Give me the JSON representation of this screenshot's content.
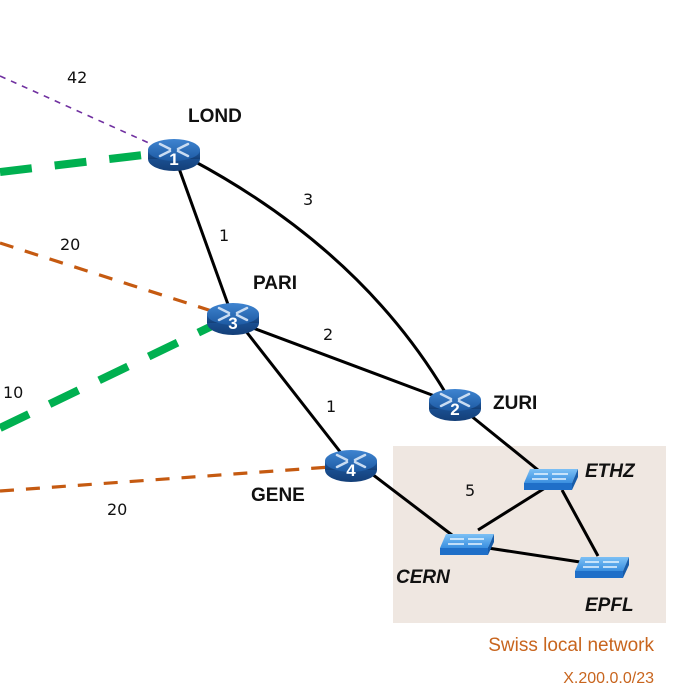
{
  "routers": [
    {
      "id": "LOND",
      "label": "LOND",
      "number": "1"
    },
    {
      "id": "ZURI",
      "label": "ZURI",
      "number": "2"
    },
    {
      "id": "PARI",
      "label": "PARI",
      "number": "3"
    },
    {
      "id": "GENE",
      "label": "GENE",
      "number": "4"
    }
  ],
  "switches": [
    {
      "id": "ETHZ",
      "label": "ETHZ"
    },
    {
      "id": "CERN",
      "label": "CERN"
    },
    {
      "id": "EPFL",
      "label": "EPFL"
    }
  ],
  "internal_links": [
    {
      "from": "LOND",
      "to": "PARI",
      "weight": "1"
    },
    {
      "from": "LOND",
      "to": "ZURI",
      "weight": "3"
    },
    {
      "from": "PARI",
      "to": "ZURI",
      "weight": "2"
    },
    {
      "from": "PARI",
      "to": "GENE",
      "weight": "1"
    },
    {
      "from": "ZURI",
      "to": "ETHZ",
      "weight": ""
    },
    {
      "from": "GENE",
      "to": "CERN",
      "weight": ""
    },
    {
      "from": "CERN",
      "to": "ETHZ",
      "weight": "5"
    },
    {
      "from": "CERN",
      "to": "EPFL",
      "weight": ""
    },
    {
      "from": "ETHZ",
      "to": "EPFL",
      "weight": ""
    }
  ],
  "external_links": [
    {
      "to": "LOND",
      "style": "purple-dotted",
      "weight": "42"
    },
    {
      "to": "LOND",
      "style": "green-dashed",
      "weight": ""
    },
    {
      "to": "PARI",
      "style": "orange-dashed",
      "weight": "20"
    },
    {
      "to": "PARI",
      "style": "green-dashed",
      "weight": "10"
    },
    {
      "to": "GENE",
      "style": "orange-dashed",
      "weight": "20"
    }
  ],
  "colors": {
    "purple": "#7030a0",
    "green": "#00b050",
    "orange": "#c55a11",
    "router_blue": "#1f5fa8",
    "switch_blue": "#3a8fe0",
    "local_bg": "#efe7e1",
    "caption": "#c8651e"
  },
  "local_network": {
    "title": "Swiss local network",
    "prefix": "X.200.0.0/23"
  }
}
